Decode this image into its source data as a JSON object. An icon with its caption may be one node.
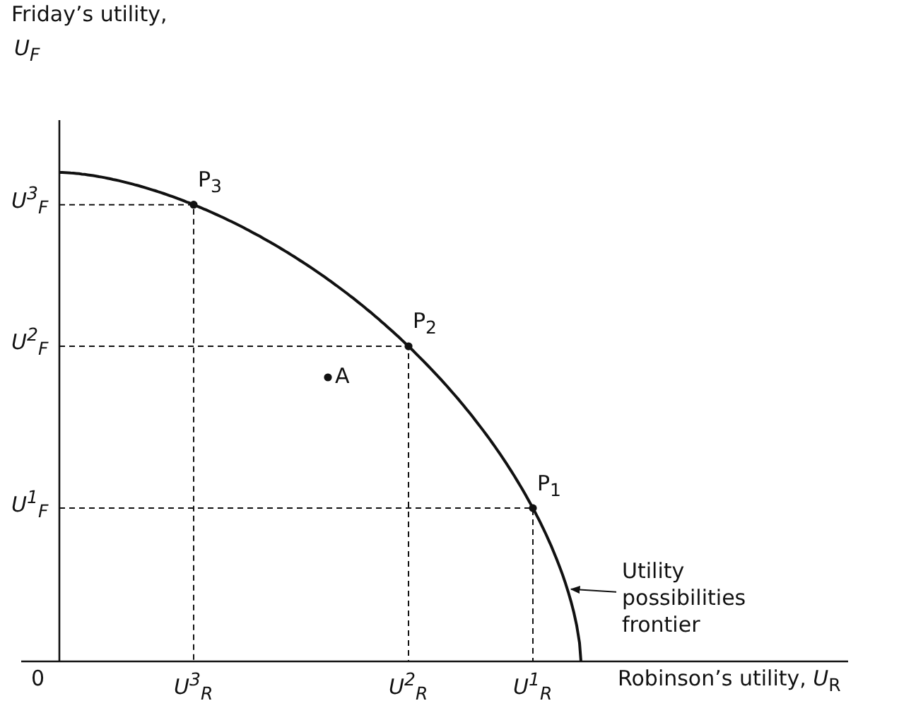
{
  "diagram": {
    "nodes": [
      {
        "text": [
          "Utility possibilities frontier"
        ]
      },
      {
        "text": [],
        "shape": "curve"
      }
    ],
    "edges": [
      {
        "from": 0,
        "to": 1,
        "arrow": "to"
      }
    ],
    "labels": [
      "Friday’s utility,",
      "U$_{F}$",
      "U$^{3}$$_{F}$",
      "P$_{3}$",
      "U$^{2}$$_{F}$",
      "P$_{2}$",
      "A",
      "U$^{1}$$_{F}$",
      "P$_{1}$",
      "0",
      "U$^{3}$$_{R}$",
      "U$^{2}$$_{R}$",
      "U$^{1}$$_{R}$",
      "Robinson’s utility, *U*$_{R}$"
    ]
  }
}
